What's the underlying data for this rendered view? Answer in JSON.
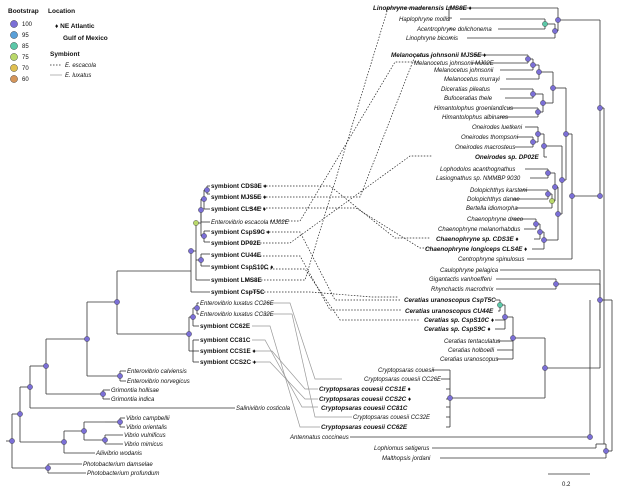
{
  "legend": {
    "bootstrap_title": "Bootstrap",
    "bootstrap_levels": [
      {
        "value": "100",
        "color": "#7b6fd6"
      },
      {
        "value": "95",
        "color": "#5aa0d8"
      },
      {
        "value": "85",
        "color": "#5cc8a8"
      },
      {
        "value": "75",
        "color": "#b9d86a"
      },
      {
        "value": "70",
        "color": "#e0c050"
      },
      {
        "value": "60",
        "color": "#d4955a"
      }
    ],
    "location_title": "Location",
    "location_items": [
      "♦ NE Atlantic",
      "Gulf of Mexico"
    ],
    "symbiont_title": "Symbiont",
    "symbiont_items": [
      {
        "label": "E. escacola",
        "style": "dotted"
      },
      {
        "label": "E. luxatus",
        "style": "solid"
      }
    ]
  },
  "symbiont_tree": [
    "symbiont CDS3E ♦",
    "symbiont MJS5E ♦",
    "symbiont CLS4E ♦",
    "Enterovibrio escacola MJ02E",
    "symbiont CspS9C ♦",
    "symbiont DP02E",
    "symbiont CU44E",
    "symbiont CspS10C ♦",
    "symbiont LMS8E",
    "symbiont CspT5C",
    "Enterovibrio luxatus CC26E",
    "Enterovibrio luxatus CC32E",
    "symbiont CC62E",
    "symbiont CC81C",
    "symbiont CCS1E ♦",
    "symbiont CCS2C ♦",
    "Enterovibrio calviensis",
    "Enterovibrio norvegicus",
    "Grimontia hollisae",
    "Grimontia indica",
    "Salinivibrio costicola",
    "Vibrio campbellii",
    "Vibrio orientalis",
    "Vibrio vulnificus",
    "Vibrio mimicus",
    "Aliivibrio wodanis",
    "Photobacterium damselae",
    "Photobacterium profundum"
  ],
  "host_tree": [
    "Linophryne maderensis LMS8E ♦",
    "Haplophryne mollis",
    "Acentrophryne dolichonema",
    "Linophryne bicornis",
    "Melanocetus johnsonii MJS5E ♦",
    "Melanocetus johnsonii MJ02E",
    "Melanocetus johnsonii",
    "Melanocetus murrayi",
    "Diceratias pileatus",
    "Bufoceratias thele",
    "Himantolophus groenlandicus",
    "Himantolophus albinares",
    "Oneirodes luetkeni",
    "Oneirodes thompsoni",
    "Oneirodes macrosteus",
    "Oneirodes sp. DP02E",
    "Lophodolos acanthognathus",
    "Lasiognathus sp. NMMBP 9030",
    "Dolopichthys karsteni",
    "Dolopichthys danae",
    "Bertella idiomorpha",
    "Chaenophryne draco",
    "Chaenophryne melanorhabdus",
    "Chaenophryne sp. CDS3E ♦",
    "Chaenophryne longiceps CLS4E ♦",
    "Centrophryne spinulosus",
    "Caulophryne pelagica",
    "Gigantactis vanhoeffeni",
    "Rhynchactis macrothrix",
    "Ceratias uranoscopus CspT5C",
    "Ceratias uranoscopus CU44E",
    "Ceratias sp. CspS10C ♦",
    "Ceratias sp. CspS9C ♦",
    "Ceratias tentaculatus",
    "Ceratias holboelli",
    "Ceratias uranoscopus",
    "Cryptopsaras couesii",
    "Cryptopsaras couesii CC26E",
    "Cryptopsaras couesii CCS1E ♦",
    "Cryptopsaras couesii CCS2C ♦",
    "Cryptopsaras couesii CC81C",
    "Cryptopsaras couesii CC32E",
    "Cryptopsaras couesii CC62E",
    "Antennatus coccineus",
    "Lophiomus setigerus",
    "Malthopsis jordani"
  ],
  "scale_bar": "0.2"
}
